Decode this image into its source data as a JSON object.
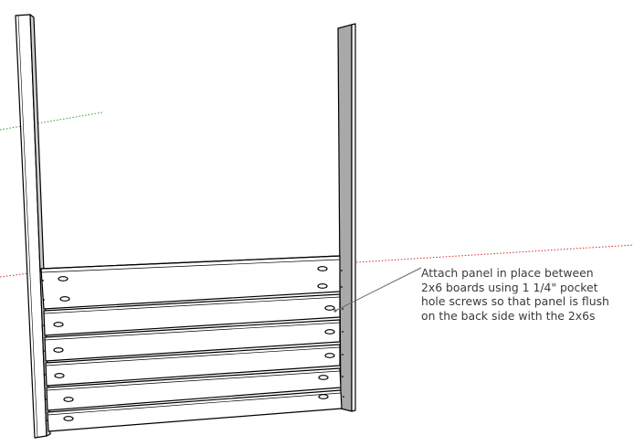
{
  "annotation": {
    "lines": [
      "Attach panel in place between",
      "2x6 boards using 1 1/4\" pocket",
      "hole screws so that panel is flush",
      "on the back side with the 2x6s"
    ]
  },
  "colors": {
    "line": "#000000",
    "board_face": "#ffffff",
    "board_side": "#e6e6e6",
    "post_front": "#ffffff",
    "post_side": "#cfcfcf",
    "axis_green": "#2e9c2e",
    "axis_red": "#d12b2b",
    "leader": "#666666"
  },
  "panel": {
    "board_count": 6,
    "screws_per_side": 2
  }
}
